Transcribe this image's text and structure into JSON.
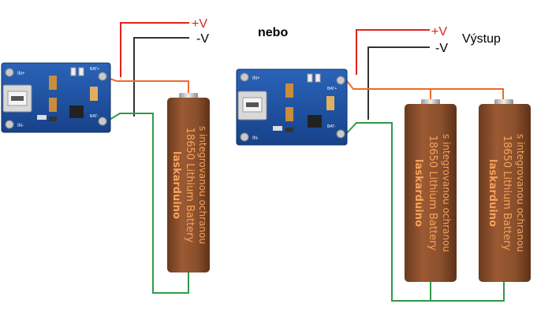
{
  "labels": {
    "plus_v_left": "+V",
    "minus_v_left": "-V",
    "separator": "nebo",
    "plus_v_right": "+V",
    "minus_v_right": "-V",
    "output": "Výstup"
  },
  "module": {
    "pin_in_plus": "IN+",
    "pin_in_minus": "IN-",
    "pin_bat_plus": "BAT+",
    "pin_bat_minus": "BAT-"
  },
  "battery": {
    "line1": "s integrovanou ochranou",
    "line2": "18650 Lithium Battery",
    "brand": "laskarduino"
  },
  "colors": {
    "background": "#ffffff",
    "wire_red": "#e0231c",
    "wire_black": "#333333",
    "wire_orange": "#ef6a2a",
    "wire_green": "#2e9b48",
    "board_blue": "#1d4e9c",
    "battery_brown": "#8a4f2c",
    "battery_text": "#f7a35c",
    "label_red": "#e0231c",
    "label_black": "#000000"
  }
}
